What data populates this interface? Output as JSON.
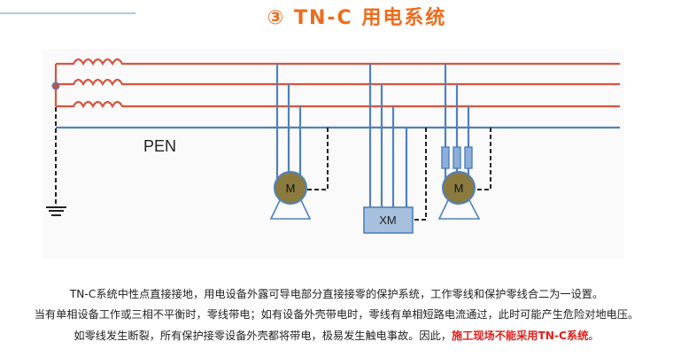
{
  "header": {
    "title": "③ TN-C 用电系统"
  },
  "diagram": {
    "pen_label": "PEN",
    "motor1_label": "M",
    "xm_label": "XM",
    "motor2_label": "M",
    "colors": {
      "phase": "#d9533f",
      "pen": "#4f81bd",
      "motor": "#8b7a3e",
      "box": "#a7c0de"
    }
  },
  "description": {
    "line1": "TN-C系统中性点直接接地，用电设备外露可导电部分直接接零的保护系统，工作零线和保护零线合二为一设置。",
    "line2": "当有单相设备工作或三相不平衡时，零线带电；如有设备外壳带电时，零线有单相短路电流通过，此时可能产生危险对地电压。",
    "line3_prefix": "如零线发生断裂，所有保护接零设备外壳都将带电，极易发生触电事故。因此，",
    "line3_highlight": "施工现场不能采用TN-C系统",
    "line3_suffix": "。"
  }
}
